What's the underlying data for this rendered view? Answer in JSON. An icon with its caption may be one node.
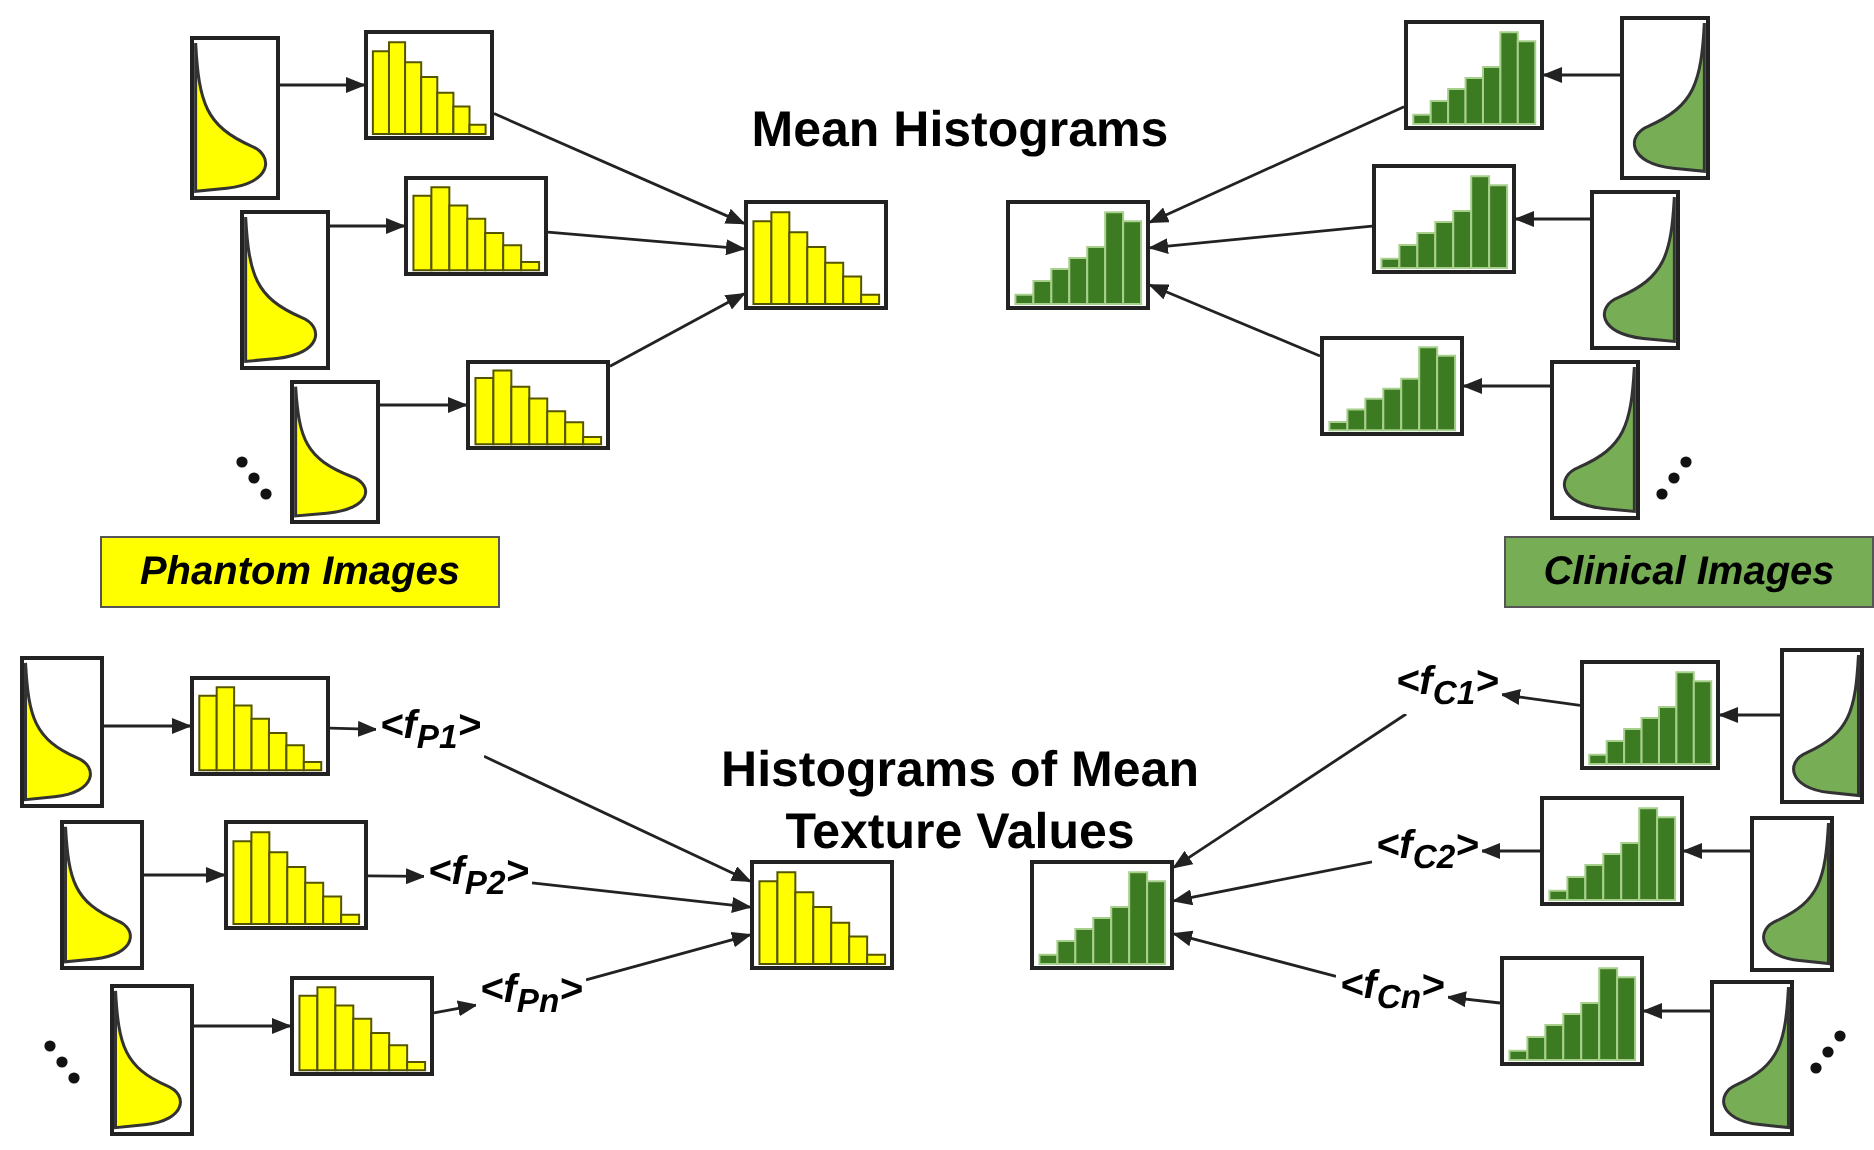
{
  "diagram": {
    "nodes": [
      {
        "text": [],
        "shape": "picture"
      },
      {
        "text": [],
        "shape": "picture"
      },
      {
        "text": [],
        "shape": "picture"
      },
      {
        "text": [],
        "shape": "picture"
      },
      {
        "text": [],
        "shape": "picture"
      },
      {
        "text": [],
        "shape": "picture"
      },
      {
        "text": [],
        "shape": "picture"
      },
      {
        "text": [],
        "shape": "picture"
      },
      {
        "text": [],
        "shape": "picture"
      },
      {
        "text": [],
        "shape": "picture"
      },
      {
        "text": [],
        "shape": "picture"
      },
      {
        "text": [],
        "shape": "picture"
      },
      {
        "text": [],
        "shape": "picture"
      },
      {
        "text": [],
        "shape": "picture"
      },
      {
        "text": [
          "Phantom Images"
        ]
      },
      {
        "text": [
          "Clinical Images"
        ]
      },
      {
        "text": [],
        "shape": "picture"
      },
      {
        "text": [],
        "shape": "picture"
      },
      {
        "text": [],
        "shape": "picture"
      },
      {
        "text": [],
        "shape": "picture"
      },
      {
        "text": [],
        "shape": "picture"
      },
      {
        "text": [],
        "shape": "picture"
      },
      {
        "text": [
          "<f$_{P1}$>"
        ]
      },
      {
        "text": [
          "<f$_{P2}$>"
        ]
      },
      {
        "text": [
          "<f$_{Pn}$>"
        ]
      },
      {
        "text": [],
        "shape": "picture"
      },
      {
        "text": [],
        "shape": "picture"
      },
      {
        "text": [
          "<f$_{C1}$>"
        ]
      },
      {
        "text": [
          "<f$_{C2}$>"
        ]
      },
      {
        "text": [
          "<f$_{Cn}$>"
        ]
      },
      {
        "text": [],
        "shape": "picture"
      },
      {
        "text": [],
        "shape": "picture"
      },
      {
        "text": [],
        "shape": "picture"
      },
      {
        "text": [],
        "shape": "picture"
      },
      {
        "text": [],
        "shape": "picture"
      },
      {
        "text": [],
        "shape": "picture"
      }
    ],
    "edges": [
      {
        "from": 0,
        "to": 3,
        "arrow": "to"
      },
      {
        "from": 1,
        "to": 4,
        "arrow": "to"
      },
      {
        "from": 2,
        "to": 5,
        "arrow": "to"
      },
      {
        "from": 3,
        "to": 6,
        "arrow": "to"
      },
      {
        "from": 4,
        "to": 6,
        "arrow": "to"
      },
      {
        "from": 5,
        "to": 6,
        "arrow": "to"
      },
      {
        "from": 11,
        "to": 8,
        "arrow": "to"
      },
      {
        "from": 12,
        "to": 9,
        "arrow": "to"
      },
      {
        "from": 13,
        "to": 10,
        "arrow": "to"
      },
      {
        "from": 8,
        "to": 7,
        "arrow": "to"
      },
      {
        "from": 9,
        "to": 7,
        "arrow": "to"
      },
      {
        "from": 10,
        "to": 7,
        "arrow": "to"
      },
      {
        "from": 16,
        "to": 19,
        "arrow": "to"
      },
      {
        "from": 17,
        "to": 20,
        "arrow": "to"
      },
      {
        "from": 18,
        "to": 21,
        "arrow": "to"
      },
      {
        "from": 19,
        "to": 22,
        "arrow": "to"
      },
      {
        "from": 20,
        "to": 23,
        "arrow": "to"
      },
      {
        "from": 21,
        "to": 24,
        "arrow": "to"
      },
      {
        "from": 22,
        "to": 25,
        "arrow": "to"
      },
      {
        "from": 23,
        "to": 25,
        "arrow": "to"
      },
      {
        "from": 24,
        "to": 25,
        "arrow": "to"
      },
      {
        "from": 33,
        "to": 30,
        "arrow": "to"
      },
      {
        "from": 34,
        "to": 31,
        "arrow": "to"
      },
      {
        "from": 35,
        "to": 32,
        "arrow": "to"
      },
      {
        "from": 30,
        "to": 27,
        "arrow": "to"
      },
      {
        "from": 31,
        "to": 28,
        "arrow": "to"
      },
      {
        "from": 32,
        "to": 29,
        "arrow": "to"
      },
      {
        "from": 27,
        "to": 26,
        "arrow": "to"
      },
      {
        "from": 28,
        "to": 26,
        "arrow": "to"
      },
      {
        "from": 29,
        "to": 26,
        "arrow": "to"
      }
    ],
    "labels": [
      "Mean Histograms",
      "Histograms of Mean Texture Values"
    ]
  }
}
